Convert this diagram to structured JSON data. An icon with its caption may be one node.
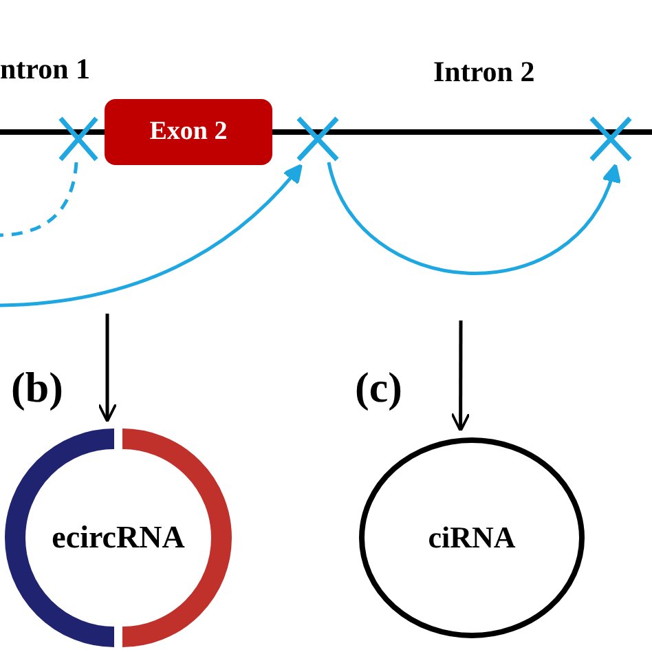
{
  "diagram": {
    "nodes": [
      {
        "text": [
          "Exon 2"
        ]
      },
      {
        "text": [],
        "shape": "cross"
      },
      {
        "text": [],
        "shape": "cross"
      },
      {
        "text": [],
        "shape": "cross"
      },
      {
        "text": [
          "ecircRNA"
        ]
      },
      {
        "text": [
          "ciRNA"
        ]
      }
    ],
    "edges": [
      {
        "from": 1,
        "to": null,
        "arrow": "none",
        "style": "dashed"
      },
      {
        "from": null,
        "to": 2,
        "arrow": "to"
      },
      {
        "from": 2,
        "to": 3,
        "arrow": "to"
      },
      {
        "from": null,
        "to": 4,
        "arrow": "to",
        "color": "#000000"
      },
      {
        "from": null,
        "to": 5,
        "arrow": "to",
        "color": "#000000"
      }
    ],
    "labels": [
      "ntron 1",
      "Intron 2",
      "(b)",
      "(c)"
    ]
  }
}
